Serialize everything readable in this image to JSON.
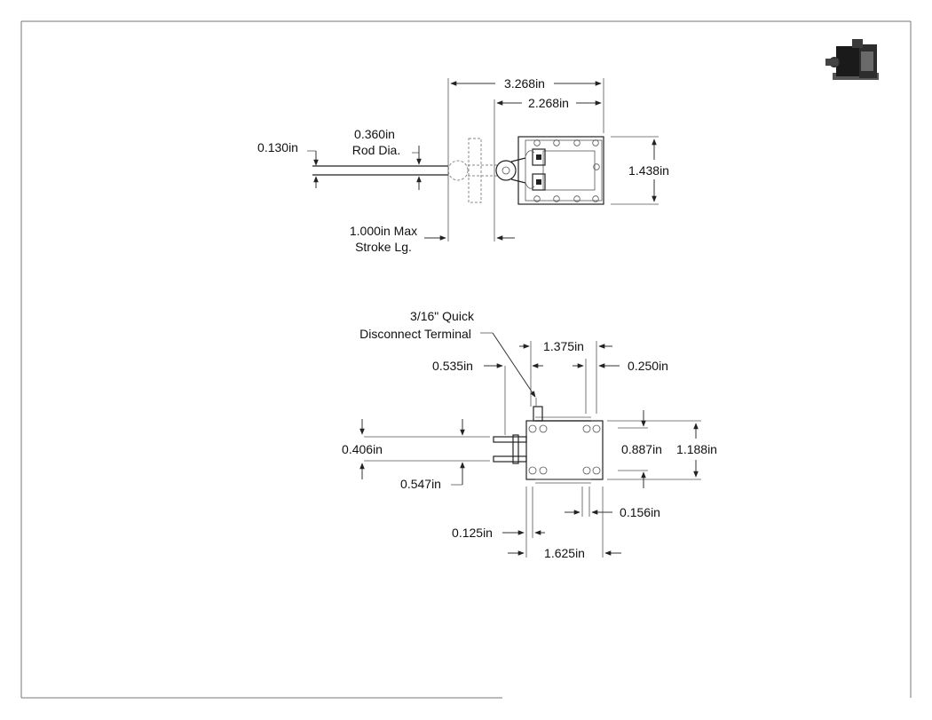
{
  "top_view": {
    "labels": {
      "overall_length": "3.268in",
      "body_length": "2.268in",
      "height": "1.438in",
      "rod_offset": "0.130in",
      "rod_dia_value": "0.360in",
      "rod_dia_text": "Rod Dia.",
      "stroke_value": "1.000in Max",
      "stroke_text": "Stroke Lg."
    }
  },
  "side_view": {
    "labels": {
      "terminal_line1": "3/16\" Quick",
      "terminal_line2": "Disconnect Terminal",
      "dim_1375": "1.375in",
      "dim_0535": "0.535in",
      "dim_0250": "0.250in",
      "dim_0406": "0.406in",
      "dim_0887": "0.887in",
      "dim_1188": "1.188in",
      "dim_0547": "0.547in",
      "dim_0156": "0.156in",
      "dim_0125": "0.125in",
      "dim_1625": "1.625in"
    }
  },
  "icons": {
    "thumbnail": "solenoid-3d-icon"
  }
}
